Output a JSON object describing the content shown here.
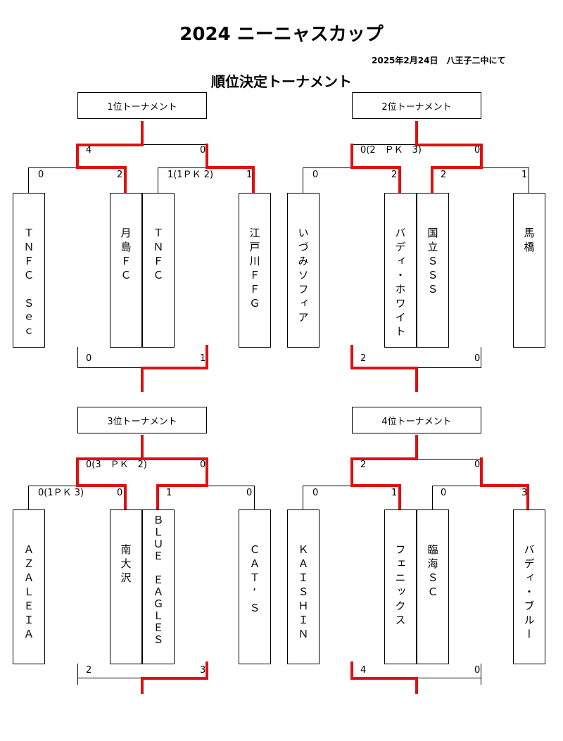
{
  "title": "2024 ニーニャスカップ",
  "date_venue": "2025年2月24日　八王子二中にて",
  "subtitle": "順位決定トーナメント",
  "brackets": [
    {
      "label": "1位トーナメント",
      "teams": [
        "TNFC Sec",
        "月島FC",
        "TNFC",
        "江戸川FFG"
      ],
      "team_texts": [
        "ＴＮＦＣ　Ｓｅｃ",
        "月島ＦＣ",
        "ＴＮＦＣ",
        "江戸川ＦＦＧ"
      ],
      "first_round_scores": [
        "0",
        "2",
        "1(1ＰＫ 2)",
        "1"
      ],
      "final_scores": [
        "4",
        "0"
      ],
      "third_place_scores": [
        "0",
        "1"
      ]
    },
    {
      "label": "2位トーナメント",
      "teams": [
        "いづみソフィア",
        "バディ・ホワイト",
        "国立SSS",
        "馬橋"
      ],
      "team_texts": [
        "いづみソフィア",
        "バディ・ホワイト",
        "国立ＳＳＳ",
        "馬橋"
      ],
      "first_round_scores": [
        "0",
        "2",
        "2",
        "1"
      ],
      "final_scores": [
        "0(2　ＰＫ　3)",
        "0"
      ],
      "third_place_scores": [
        "2",
        "0"
      ]
    },
    {
      "label": "3位トーナメント",
      "teams": [
        "AZALEIA",
        "南大沢",
        "BLUE EAGLES",
        "CAT'S"
      ],
      "team_texts": [
        "ＡＺＡＬＥＩＡ",
        "南大沢",
        "ＢＬＵＥ　ＥＡＧＬＥＳ",
        "ＣＡＴ’Ｓ"
      ],
      "first_round_scores": [
        "0(1ＰＫ 3)",
        "0",
        "1",
        "0"
      ],
      "final_scores": [
        "0(3　ＰＫ　2)",
        "0"
      ],
      "third_place_scores": [
        "2",
        "3"
      ]
    },
    {
      "label": "4位トーナメント",
      "teams": [
        "KAISHIN",
        "フェニックス",
        "臨海SC",
        "バディ・ブルー"
      ],
      "team_texts": [
        "ＫＡＩＳＨＩＮ",
        "フェニックス",
        "臨海ＳＣ",
        "バディ・ブルー"
      ],
      "first_round_scores": [
        "0",
        "1",
        "0",
        "3"
      ],
      "final_scores": [
        "2",
        "0"
      ],
      "third_place_scores": [
        "4",
        "0"
      ]
    }
  ],
  "colors": {
    "winner_line": "#e01010",
    "line": "#000000"
  }
}
